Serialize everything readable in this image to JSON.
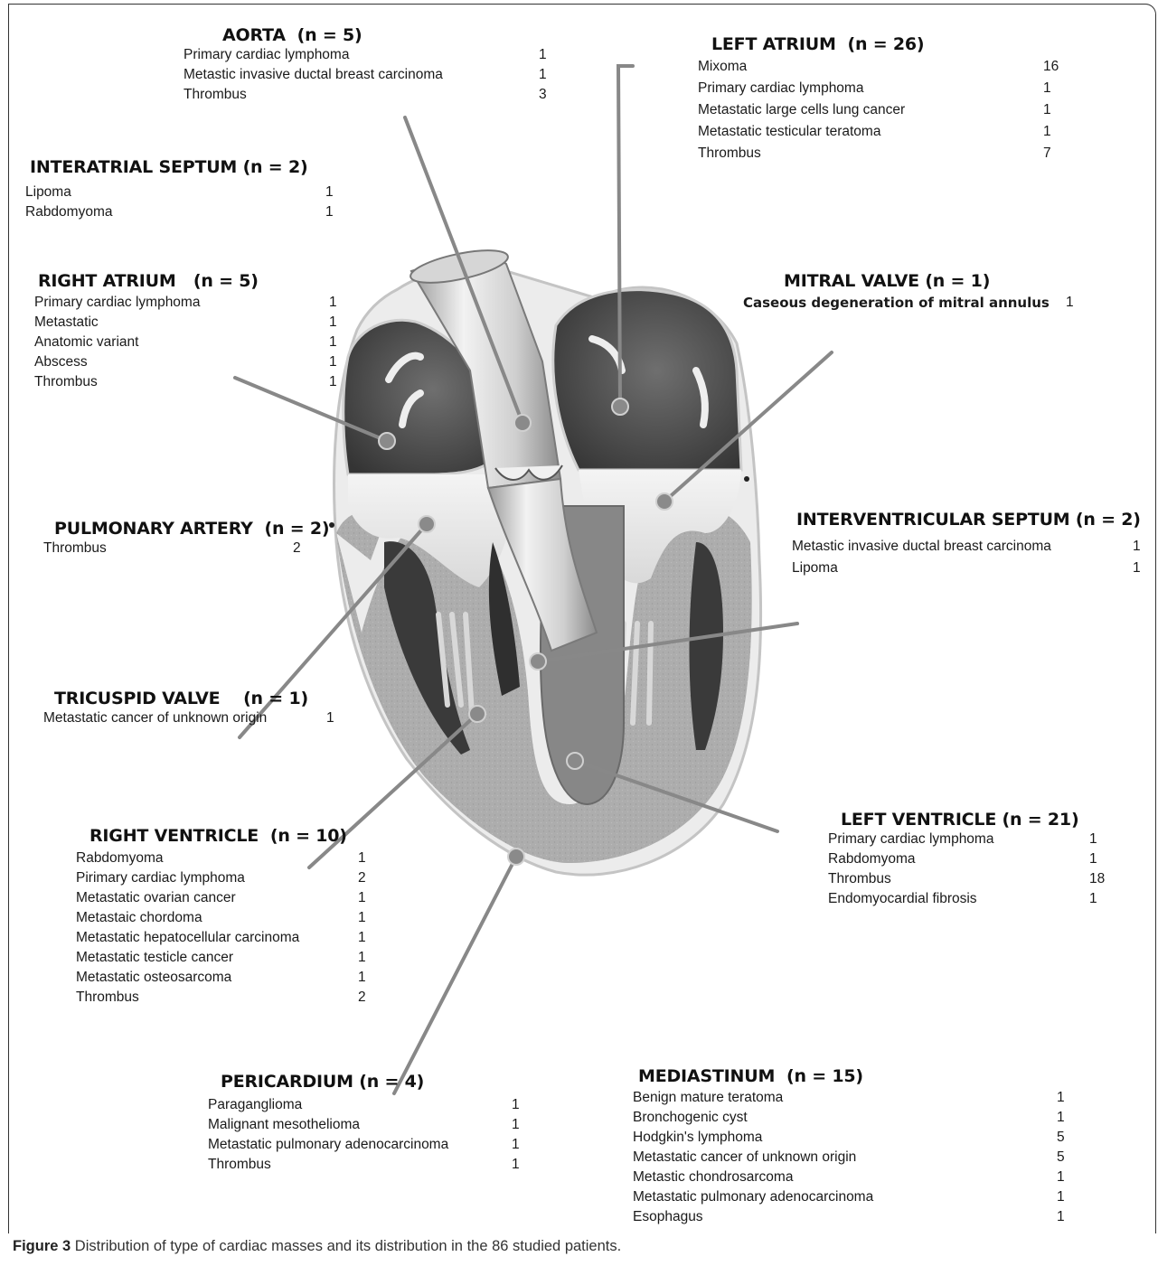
{
  "caption": {
    "label": "Figure 3",
    "text": "Distribution of type of cardiac masses and its distribution in the 86 studied patients."
  },
  "regions": {
    "aorta": {
      "title": "AORTA",
      "n": "(n = 5)",
      "items": [
        {
          "name": "Primary cardiac lymphoma",
          "count": "1"
        },
        {
          "name": "Metastic invasive ductal breast  carcinoma",
          "count": "1"
        },
        {
          "name": "Thrombus",
          "count": "3"
        }
      ]
    },
    "left_atrium": {
      "title": "LEFT ATRIUM",
      "n": "(n = 26)",
      "items": [
        {
          "name": "Mixoma",
          "count": "16"
        },
        {
          "name": "Primary cardiac lymphoma",
          "count": "1"
        },
        {
          "name": "Metastatic large cells lung cancer",
          "count": "1"
        },
        {
          "name": "Metastatic testicular teratoma",
          "count": "1"
        },
        {
          "name": "Thrombus",
          "count": "7"
        }
      ]
    },
    "interatrial_septum": {
      "title": "INTERATRIAL SEPTUM",
      "n": "(n = 2)",
      "items": [
        {
          "name": "Lipoma",
          "count": "1"
        },
        {
          "name": "Rabdomyoma",
          "count": "1"
        }
      ]
    },
    "right_atrium": {
      "title": "RIGHT ATRIUM",
      "n": "(n = 5)",
      "items": [
        {
          "name": "Primary cardiac lymphoma",
          "count": "1"
        },
        {
          "name": "Metastatic",
          "count": "1"
        },
        {
          "name": "Anatomic variant",
          "count": "1"
        },
        {
          "name": "Abscess",
          "count": "1"
        },
        {
          "name": "Thrombus",
          "count": "1"
        }
      ]
    },
    "mitral_valve": {
      "title": "MITRAL VALVE",
      "n": "(n = 1)",
      "items": [
        {
          "name": "Caseous degeneration of mitral annulus",
          "count": "1"
        }
      ]
    },
    "pulmonary_artery": {
      "title": "PULMONARY ARTERY",
      "n": "(n = 2)",
      "items": [
        {
          "name": "Thrombus",
          "count": "2"
        }
      ]
    },
    "interventricular_septum": {
      "title": "INTERVENTRICULAR SEPTUM",
      "n": "(n = 2)",
      "items": [
        {
          "name": "Metastic invasive ductal breast carcinoma",
          "count": "1"
        },
        {
          "name": "Lipoma",
          "count": "1"
        }
      ]
    },
    "tricuspid_valve": {
      "title": "TRICUSPID VALVE",
      "n": "(n = 1)",
      "items": [
        {
          "name": "Metastatic cancer of unknown origin",
          "count": "1"
        }
      ]
    },
    "right_ventricle": {
      "title": "RIGHT VENTRICLE",
      "n": "(n = 10)",
      "items": [
        {
          "name": "Rabdomyoma",
          "count": "1"
        },
        {
          "name": "Pirimary cardiac lymphoma",
          "count": "2"
        },
        {
          "name": "Metastatic ovarian cancer",
          "count": "1"
        },
        {
          "name": "Metastaic chordoma",
          "count": "1"
        },
        {
          "name": "Metastatic hepatocellular carcinoma",
          "count": "1"
        },
        {
          "name": "Metastatic testicle cancer",
          "count": "1"
        },
        {
          "name": "Metastatic osteosarcoma",
          "count": "1"
        },
        {
          "name": "Thrombus",
          "count": "2"
        }
      ]
    },
    "left_ventricle": {
      "title": "LEFT VENTRICLE",
      "n": "(n = 21)",
      "items": [
        {
          "name": "Primary cardiac  lymphoma",
          "count": "1"
        },
        {
          "name": "Rabdomyoma",
          "count": "1"
        },
        {
          "name": "Thrombus",
          "count": "18"
        },
        {
          "name": "Endomyocardial fibrosis",
          "count": "1"
        }
      ]
    },
    "pericardium": {
      "title": "PERICARDIUM",
      "n": "(n = 4)",
      "items": [
        {
          "name": "Paraganglioma",
          "count": "1"
        },
        {
          "name": "Malignant mesothelioma",
          "count": "1"
        },
        {
          "name": "Metastatic  pulmonary adenocarcinoma",
          "count": "1"
        },
        {
          "name": "Thrombus",
          "count": "1"
        }
      ]
    },
    "mediastinum": {
      "title": "MEDIASTINUM",
      "n": "(n = 15)",
      "items": [
        {
          "name": "Benign mature teratoma",
          "count": "1"
        },
        {
          "name": "Bronchogenic cyst",
          "count": "1"
        },
        {
          "name": "Hodgkin's lymphoma",
          "count": "5"
        },
        {
          "name": "Metastatic cancer of unknown origin",
          "count": "5"
        },
        {
          "name": "Metastic chondrosarcoma",
          "count": "1"
        },
        {
          "name": "Metastatic pulmonary adenocarcinoma",
          "count": "1"
        },
        {
          "name": "Esophagus",
          "count": "1"
        }
      ]
    }
  }
}
